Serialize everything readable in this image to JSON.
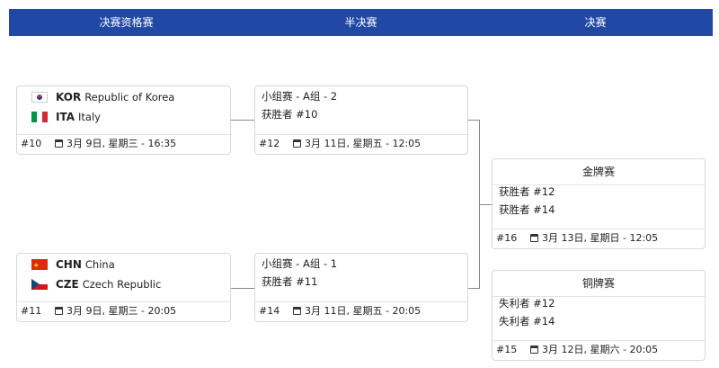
{
  "header": {
    "col1": "决赛资格赛",
    "col2": "半决赛",
    "col3": "决赛"
  },
  "qual1": {
    "team1": {
      "code": "KOR",
      "name": "Republic of Korea",
      "flag": "flag-kor"
    },
    "team2": {
      "code": "ITA",
      "name": "Italy",
      "flag": "flag-ita"
    },
    "num": "#10",
    "date": "3月 9日, 星期三 - 16:35"
  },
  "qual2": {
    "team1": {
      "code": "CHN",
      "name": "China",
      "flag": "flag-chn"
    },
    "team2": {
      "code": "CZE",
      "name": "Czech Republic",
      "flag": "flag-cze"
    },
    "num": "#11",
    "date": "3月 9日, 星期三 - 20:05"
  },
  "semi1": {
    "line1": "小组赛 - A组 - 2",
    "line2": "获胜者 #10",
    "num": "#12",
    "date": "3月 11日, 星期五 - 12:05"
  },
  "semi2": {
    "line1": "小组赛 - A组 - 1",
    "line2": "获胜者 #11",
    "num": "#14",
    "date": "3月 11日, 星期五 - 20:05"
  },
  "gold": {
    "title": "金牌赛",
    "line1": "获胜者 #12",
    "line2": "获胜者 #14",
    "num": "#16",
    "date": "3月 13日, 星期日 - 12:05"
  },
  "bronze": {
    "title": "铜牌赛",
    "line1": "失利者 #12",
    "line2": "失利者 #14",
    "num": "#15",
    "date": "3月 12日, 星期六 - 20:05"
  }
}
